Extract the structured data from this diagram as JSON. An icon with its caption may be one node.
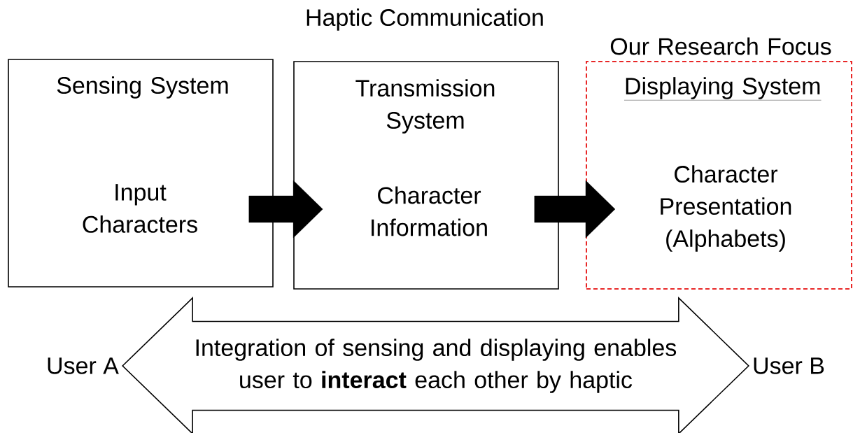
{
  "diagram": {
    "title": "Haptic Communication",
    "nodes": [
      {
        "text": [
          "Sensing System",
          "Input Characters"
        ]
      },
      {
        "text": [
          "Transmission System",
          "Character Information"
        ]
      },
      {
        "text": [
          "Our Research Focus",
          "Displaying System",
          "Character Presentation (Alphabets)"
        ]
      },
      {
        "text": [
          "User A"
        ]
      },
      {
        "text": [
          "User B"
        ]
      }
    ],
    "edges": [
      {
        "from": 0,
        "to": 1,
        "arrow": "to"
      },
      {
        "from": 1,
        "to": 2,
        "arrow": "to"
      },
      {
        "from": 3,
        "to": 4,
        "arrow": "both",
        "label": "Integration of sensing and displaying enables user to **interact** each other by haptic"
      }
    ]
  }
}
